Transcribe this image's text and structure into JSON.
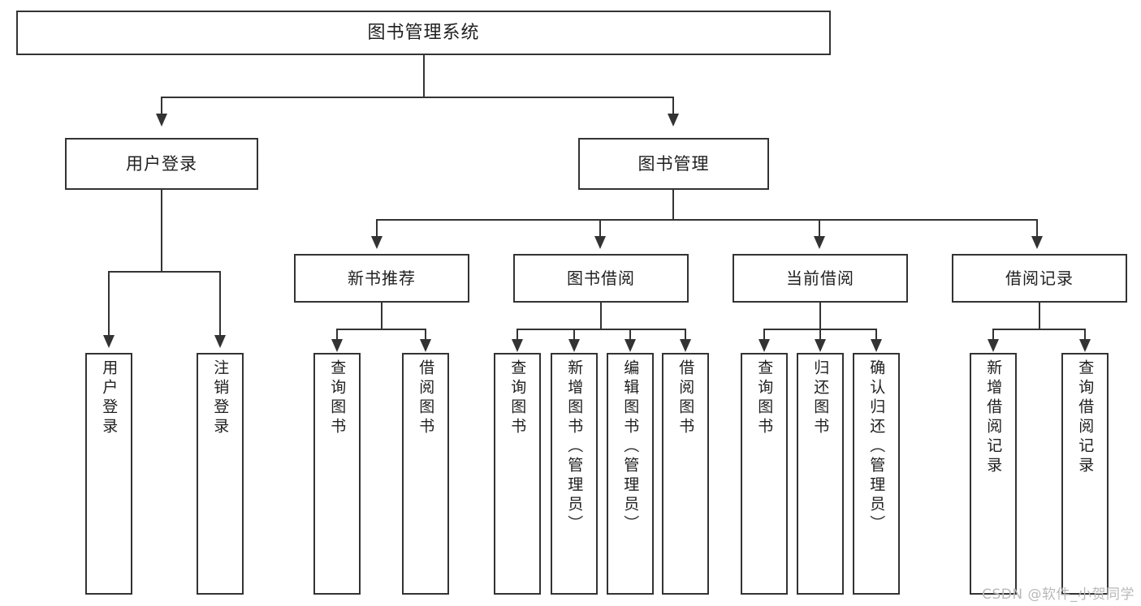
{
  "diagram": {
    "title": "图书管理系统",
    "type": "tree-hierarchy",
    "watermark": "CSDN @软件_小贺同学",
    "colors": {
      "background": "#ffffff",
      "box_border": "#333333",
      "box_fill": "#ffffff",
      "connector": "#333333",
      "text": "#1f1f1f",
      "watermark": "#b9b9b9"
    },
    "root": {
      "label": "图书管理系统"
    },
    "level2": [
      {
        "label": "用户登录"
      },
      {
        "label": "图书管理"
      }
    ],
    "level3": [
      {
        "label": "新书推荐"
      },
      {
        "label": "图书借阅"
      },
      {
        "label": "当前借阅"
      },
      {
        "label": "借阅记录"
      }
    ],
    "leaves": {
      "user_login": [
        {
          "label": "用户登录"
        },
        {
          "label": "注销登录"
        }
      ],
      "new_book_recommend": [
        {
          "label": "查询图书"
        },
        {
          "label": "借阅图书"
        }
      ],
      "book_borrow": [
        {
          "label": "查询图书"
        },
        {
          "label": "新增图书（管理员）"
        },
        {
          "label": "编辑图书（管理员）"
        },
        {
          "label": "借阅图书"
        }
      ],
      "current_borrow": [
        {
          "label": "查询图书"
        },
        {
          "label": "归还图书"
        },
        {
          "label": "确认归还（管理员）"
        }
      ],
      "borrow_record": [
        {
          "label": "新增借阅记录"
        },
        {
          "label": "查询借阅记录"
        }
      ]
    }
  }
}
